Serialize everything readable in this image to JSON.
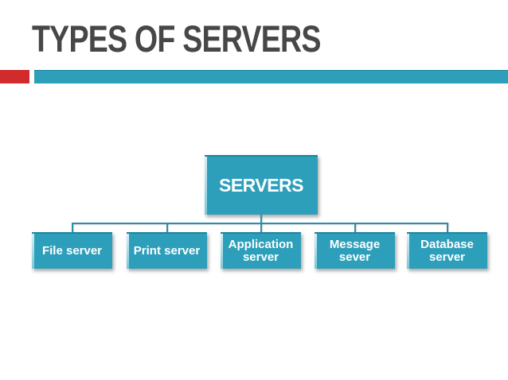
{
  "slide": {
    "title": "TYPES OF SERVERS"
  },
  "diagram": {
    "root": {
      "label": "SERVERS"
    },
    "children": [
      {
        "label": "File server"
      },
      {
        "label": "Print server"
      },
      {
        "label": "Application\nserver"
      },
      {
        "label": "Message\nsever"
      },
      {
        "label": "Database\nserver"
      }
    ]
  },
  "colors": {
    "teal": "#2E9FBA",
    "teal_dark": "#1D85A0",
    "teal_light": "#D8F0F5",
    "red": "#D12B2B",
    "title": "#474747",
    "connector": "#2B8FA9",
    "box_text": "#FFFFFF"
  }
}
